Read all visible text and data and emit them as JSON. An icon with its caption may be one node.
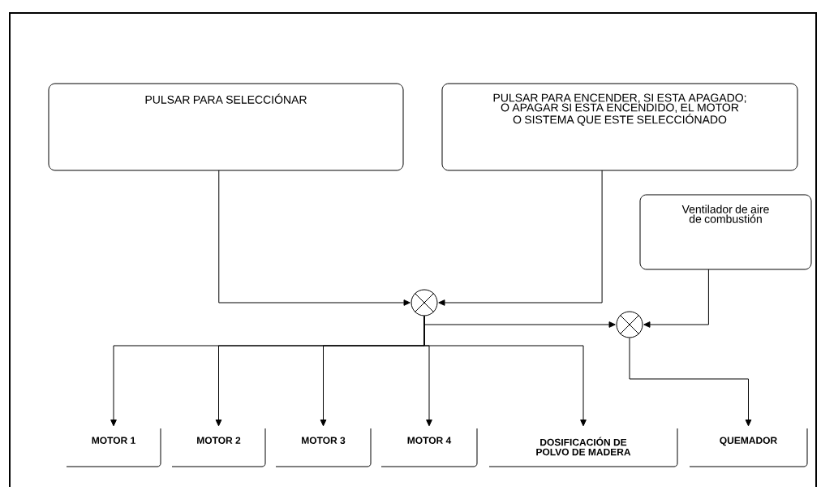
{
  "diagram": {
    "nodes": [
      {
        "text": [
          "PULSAR PARA SELECCIÓNAR"
        ]
      },
      {
        "text": [
          "PULSAR PARA ENCENDER, SI ESTA APAGADO; O APAGAR SI ESTA ENCENDIDO, EL MOTOR O SISTEMA QUE ESTE SELECCIÓNADO"
        ]
      },
      {
        "text": [],
        "shape": "circle"
      },
      {
        "text": [
          "Ventilador de aire de combustión"
        ]
      },
      {
        "text": [],
        "shape": "circle"
      },
      {
        "text": [
          "MOTOR 1"
        ]
      },
      {
        "text": [
          "MOTOR 2"
        ]
      },
      {
        "text": [
          "MOTOR 3"
        ]
      },
      {
        "text": [
          "MOTOR 4"
        ]
      },
      {
        "text": [
          "DOSIFICACIÓN DE POLVO DE MADERA"
        ]
      },
      {
        "text": [
          "QUEMADOR"
        ]
      }
    ],
    "edges": [
      {
        "from": 0,
        "to": 2,
        "arrow": "to"
      },
      {
        "from": 1,
        "to": 2,
        "arrow": "to"
      },
      {
        "from": 2,
        "to": 4,
        "arrow": "to"
      },
      {
        "from": 3,
        "to": 4,
        "arrow": "to"
      },
      {
        "from": 2,
        "to": 5,
        "arrow": "to"
      },
      {
        "from": 2,
        "to": 6,
        "arrow": "to"
      },
      {
        "from": 2,
        "to": 7,
        "arrow": "to"
      },
      {
        "from": 2,
        "to": 8,
        "arrow": "to"
      },
      {
        "from": 2,
        "to": 9,
        "arrow": "to"
      },
      {
        "from": 4,
        "to": 10,
        "arrow": "to"
      }
    ]
  }
}
